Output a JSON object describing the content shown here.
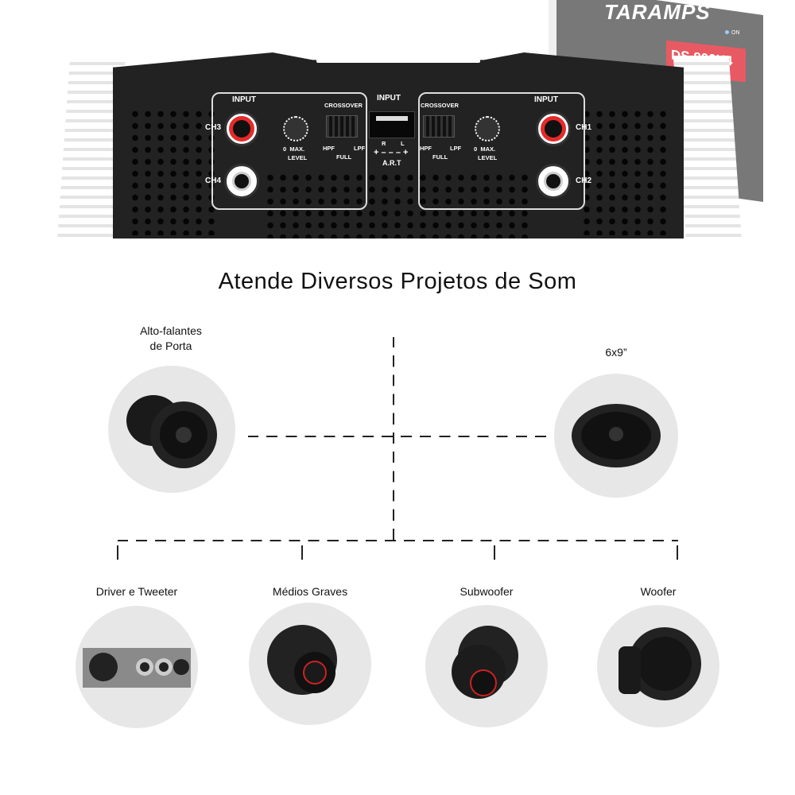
{
  "amplifier": {
    "brand": "TARAMPS",
    "model": "DS 800X4",
    "power_indicator": "ON",
    "panel": {
      "left_input_label": "INPUT",
      "center_input_label": "INPUT",
      "right_input_label": "INPUT",
      "channels": [
        "CH3",
        "CH4",
        "CH1",
        "CH2"
      ],
      "crossover_label": "CROSSOVER",
      "crossover_options": [
        "HPF",
        "FULL",
        "LPF"
      ],
      "level_min": "0",
      "level_max": "MAX.",
      "level_label": "LEVEL",
      "art_r": "R",
      "art_l": "L",
      "art_label": "A.R.T"
    }
  },
  "section_title": "Atende Diversos Projetos de Som",
  "speakers": {
    "door": "Alto-falantes\nde Porta",
    "six_by_nine": "6x9”",
    "driver": "Driver e Tweeter",
    "mid_bass": "Médios Graves",
    "subwoofer": "Subwoofer",
    "woofer": "Woofer"
  },
  "colors": {
    "accent_red": "#e52a2a",
    "model_badge": "#e85a63",
    "circle_bg": "#e7e7e7"
  }
}
